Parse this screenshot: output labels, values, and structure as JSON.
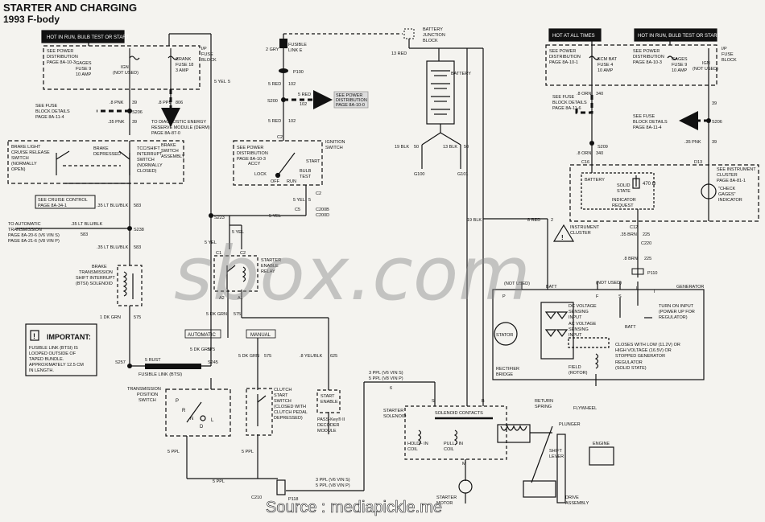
{
  "title": "STARTER AND CHARGING",
  "subtitle": "1993 F-body",
  "watermark": "sbox.com",
  "source": "Source : mediapickle.me",
  "left": {
    "hot_box": "HOT IN RUN, BULB TEST OR START",
    "fuse_block_label": [
      "I/P",
      "FUSE",
      "BLOCK"
    ],
    "see_power_dist": [
      "SEE POWER",
      "DISTRIBUTION",
      "PAGE 8A-10-3"
    ],
    "gages_fuse": [
      "GAGES",
      "FUSE 9",
      "10 AMP"
    ],
    "ign_not_used": [
      "IGN",
      "(NOT USED)"
    ],
    "crank_fuse": [
      "CRANK",
      "FUSE 18",
      "3 AMP"
    ],
    "wire_8pnk": ".8 PNK",
    "wire_39": "39",
    "wire_8ppl": ".8 PPL",
    "wire_806": "806",
    "splice_s206": "S206",
    "wire_35pnk": ".35 PNK",
    "see_fuse_block": [
      "SEE FUSE",
      "BLOCK DETAILS",
      "PAGE 8A-11-4"
    ],
    "derm": [
      "TO DIAGNOSTIC ENERGY",
      "RESERVE MODULE (DERM)",
      "PAGE 8A-87-0"
    ],
    "brake_switch_label": [
      "BRAKE",
      "SWITCH",
      "ASSEMBLY"
    ],
    "brake_light_sw": [
      "BRAKE LIGHT",
      "CRUISE RELEASE",
      "SWITCH",
      "(NORMALLY",
      "OPEN)"
    ],
    "brake_depressed": [
      "BRAKE",
      "DEPRESSED"
    ],
    "tcc_switch": [
      "TCC/SHIFT",
      "INTERRUPT",
      "SWITCH",
      "(NORMALLY",
      "CLOSED)"
    ],
    "see_cruise": [
      "SEE CRUISE CONTROL",
      "PAGE 8A-34-1"
    ],
    "wire_35ltblu": ".35 LT BLU/BLK",
    "wire_583": "583",
    "splice_s238": "S238",
    "auto_trans": [
      "TO AUTOMATIC",
      "TRANSMISSION",
      "PAGE 8A-20-6 (V6 VIN S)",
      "PAGE 8A-21-6 (V8 VIN P)"
    ],
    "btsi": [
      "BRAKE",
      "TRANSMISSION",
      "SHIFT INTERRUPT",
      "(BTSI) SOLENOID"
    ],
    "wire_1dkgrn": "1 DK GRN",
    "wire_575": "575",
    "important_title": "IMPORTANT:",
    "important_text": [
      "FUSIBLE LINK (BTSI) IS",
      "LOOPED OUTSIDE OF",
      "TAPED BUNDLE.",
      "APPROXIMATELY 12.5 CM",
      "IN LENGTH."
    ],
    "splice_s257": "S257",
    "wire_5rust": "5 RUST",
    "fusible_link_btsi": "FUSIBLE LINK (BTSI)",
    "splice_s245": "S245",
    "wire_5dkgrn": "5 DK GRN",
    "trans_pos_sw": [
      "TRANSMISSION",
      "POSITION",
      "SWITCH"
    ],
    "prnd": [
      "P",
      "R",
      "N",
      "D",
      "L"
    ],
    "wire_5ppl": "5 PPL",
    "wire_5yel": "5 YEL",
    "wire_5yel_num": "5",
    "splice_s223": "S223"
  },
  "middle": {
    "battery_junction": [
      "BATTERY",
      "JUNCTION",
      "BLOCK"
    ],
    "fusible_link_e": [
      "FUSIBLE",
      "LINK E"
    ],
    "wire_2gry": "2 GRY",
    "p100": "P100",
    "wire_5red": "5 RED",
    "wire_102": "102",
    "s200": "S200",
    "see_power_dist_8a": [
      "SEE POWER",
      "DISTRIBUTION",
      "PAGE 8A-10-0"
    ],
    "ign_switch_label": [
      "IGNITION",
      "SWITCH"
    ],
    "ign_positions": [
      "ACCY",
      "LOCK",
      "OFF",
      "RUN",
      "START",
      "BULB",
      "TEST"
    ],
    "c2": "C2",
    "c200b": "C200B",
    "c200d": "C200D",
    "c5": "C5",
    "starter_relay": [
      "STARTER",
      "ENABLE",
      "RELAY"
    ],
    "c1": "C1",
    "a2": "A2",
    "a1": "A1",
    "automatic": "AUTOMATIC",
    "manual": "MANUAL",
    "wire_8yelblk": ".8 YEL/BLK",
    "wire_625": "625",
    "clutch_switch": [
      "CLUTCH",
      "START",
      "SWITCH",
      "(CLOSED WITH",
      "CLUTCH PEDAL",
      "DEPRESSED)"
    ],
    "start_enable": [
      "START",
      "ENABLE"
    ],
    "passkey": [
      "PASS-Key® II",
      "DECODER",
      "MODULE"
    ],
    "wire_3ppl": "3 PPL (V6 VIN S)",
    "wire_5ppl_v8": "5 PPL (V8 VIN P)",
    "c210": "C210",
    "p118": "P118",
    "wire_13red": "13 RED",
    "battery": "BATTERY",
    "wire_19blk": "19 BLK",
    "wire_50": "50",
    "wire_13blk": "13 BLK",
    "g100": "G100",
    "g101": "G101",
    "wire_6": "6"
  },
  "right": {
    "hot_all_times": "HOT AT ALL TIMES",
    "hot_run_bulb": "HOT IN RUN, BULB TEST OR START",
    "ecm_bat_fuse": [
      "ECM BAT",
      "FUSE 4",
      "10 AMP"
    ],
    "gages_fuse": [
      "GAGES",
      "FUSE 9",
      "10 AMP"
    ],
    "ign_not_used": [
      "IGN",
      "(NOT USED)"
    ],
    "see_power_dist": [
      "SEE POWER",
      "DISTRIBUTION",
      "PAGE 8A-10-1"
    ],
    "see_power_dist2": [
      "SEE POWER",
      "DISTRIBUTION",
      "PAGE 8A-10-3"
    ],
    "fuse_block": [
      "I/P",
      "FUSE",
      "BLOCK"
    ],
    "wire_8orn": ".8 ORN",
    "wire_340": "340",
    "see_fuse_block_11_6": [
      "SEE FUSE",
      "BLOCK DETAILS",
      "PAGE 8A-11-6"
    ],
    "see_fuse_block_11_4": [
      "SEE FUSE",
      "BLOCK DETAILS",
      "PAGE 8A-11-4"
    ],
    "s209": "S209",
    "s206": "S206",
    "c16": "C16",
    "d13": "D13",
    "battery_label": "BATTERY",
    "solid_state": [
      "SOLID",
      "STATE"
    ],
    "resistor": "470 Ω",
    "indicator_request": [
      "INDICATOR",
      "REQUEST"
    ],
    "see_instrument": [
      "SEE INSTRUMENT",
      "CLUSTER",
      "PAGE 8A-81-1"
    ],
    "check_gages": [
      "\"CHECK",
      "GAGES\"",
      "INDICATOR"
    ],
    "instrument_cluster": [
      "INSTRUMENT",
      "CLUSTER"
    ],
    "c12": "C12",
    "c220": "C220",
    "wire_8brn": ".8 BRN",
    "wire_225": "225",
    "wire_35brn": ".35 BRN",
    "p110": "P110",
    "wire_8red": "8 RED",
    "wire_2": "2",
    "not_used_batt": "(NOT USED)",
    "batt": "BATT",
    "generator": "GENERATOR",
    "gen_terms": [
      "P",
      "F",
      "S",
      "L",
      "I"
    ],
    "not_used_2": "(NOT USED)",
    "dc_voltage": [
      "DC VOLTAGE",
      "SENSING",
      "INPUT"
    ],
    "ac_voltage": [
      "AC VOLTAGE",
      "SENSING",
      "INPUT"
    ],
    "turn_on": [
      "TURN ON INPUT",
      "(POWER UP FOR",
      "REGULATOR)"
    ],
    "closes_with": [
      "CLOSES WITH LOW (11.2V) OR",
      "HIGH VOLTAGE (16.5V) OR",
      "STOPPED GENERATOR"
    ],
    "stator": "STATOR",
    "rectifier": [
      "RECTIFIER",
      "BRIDGE"
    ],
    "field": [
      "FIELD",
      "(ROTOR)"
    ],
    "regulator": [
      "REGULATOR",
      "(SOLID STATE)"
    ],
    "starter_solenoid": [
      "STARTER",
      "SOLENOID"
    ],
    "solenoid_contacts": "SOLENOID CONTACTS",
    "hold_in": [
      "HOLD - IN",
      "COIL"
    ],
    "pull_in": [
      "PULL - IN",
      "COIL"
    ],
    "return_spring": [
      "RETURN",
      "SPRING"
    ],
    "plunger": "PLUNGER",
    "flywheel": "FLYWHEEL",
    "engine": "ENGINE",
    "shift_lever": [
      "SHIFT",
      "LEVER"
    ],
    "drive_assembly": [
      "DRIVE",
      "ASSEMBLY"
    ],
    "starter_motor": [
      "STARTER",
      "MOTOR"
    ],
    "wire_19blk": "19 BLK",
    "wire_8red_batt": "8 RED",
    "wire_6": "6",
    "term_b": "B",
    "term_s": "S",
    "term_m": "M"
  }
}
